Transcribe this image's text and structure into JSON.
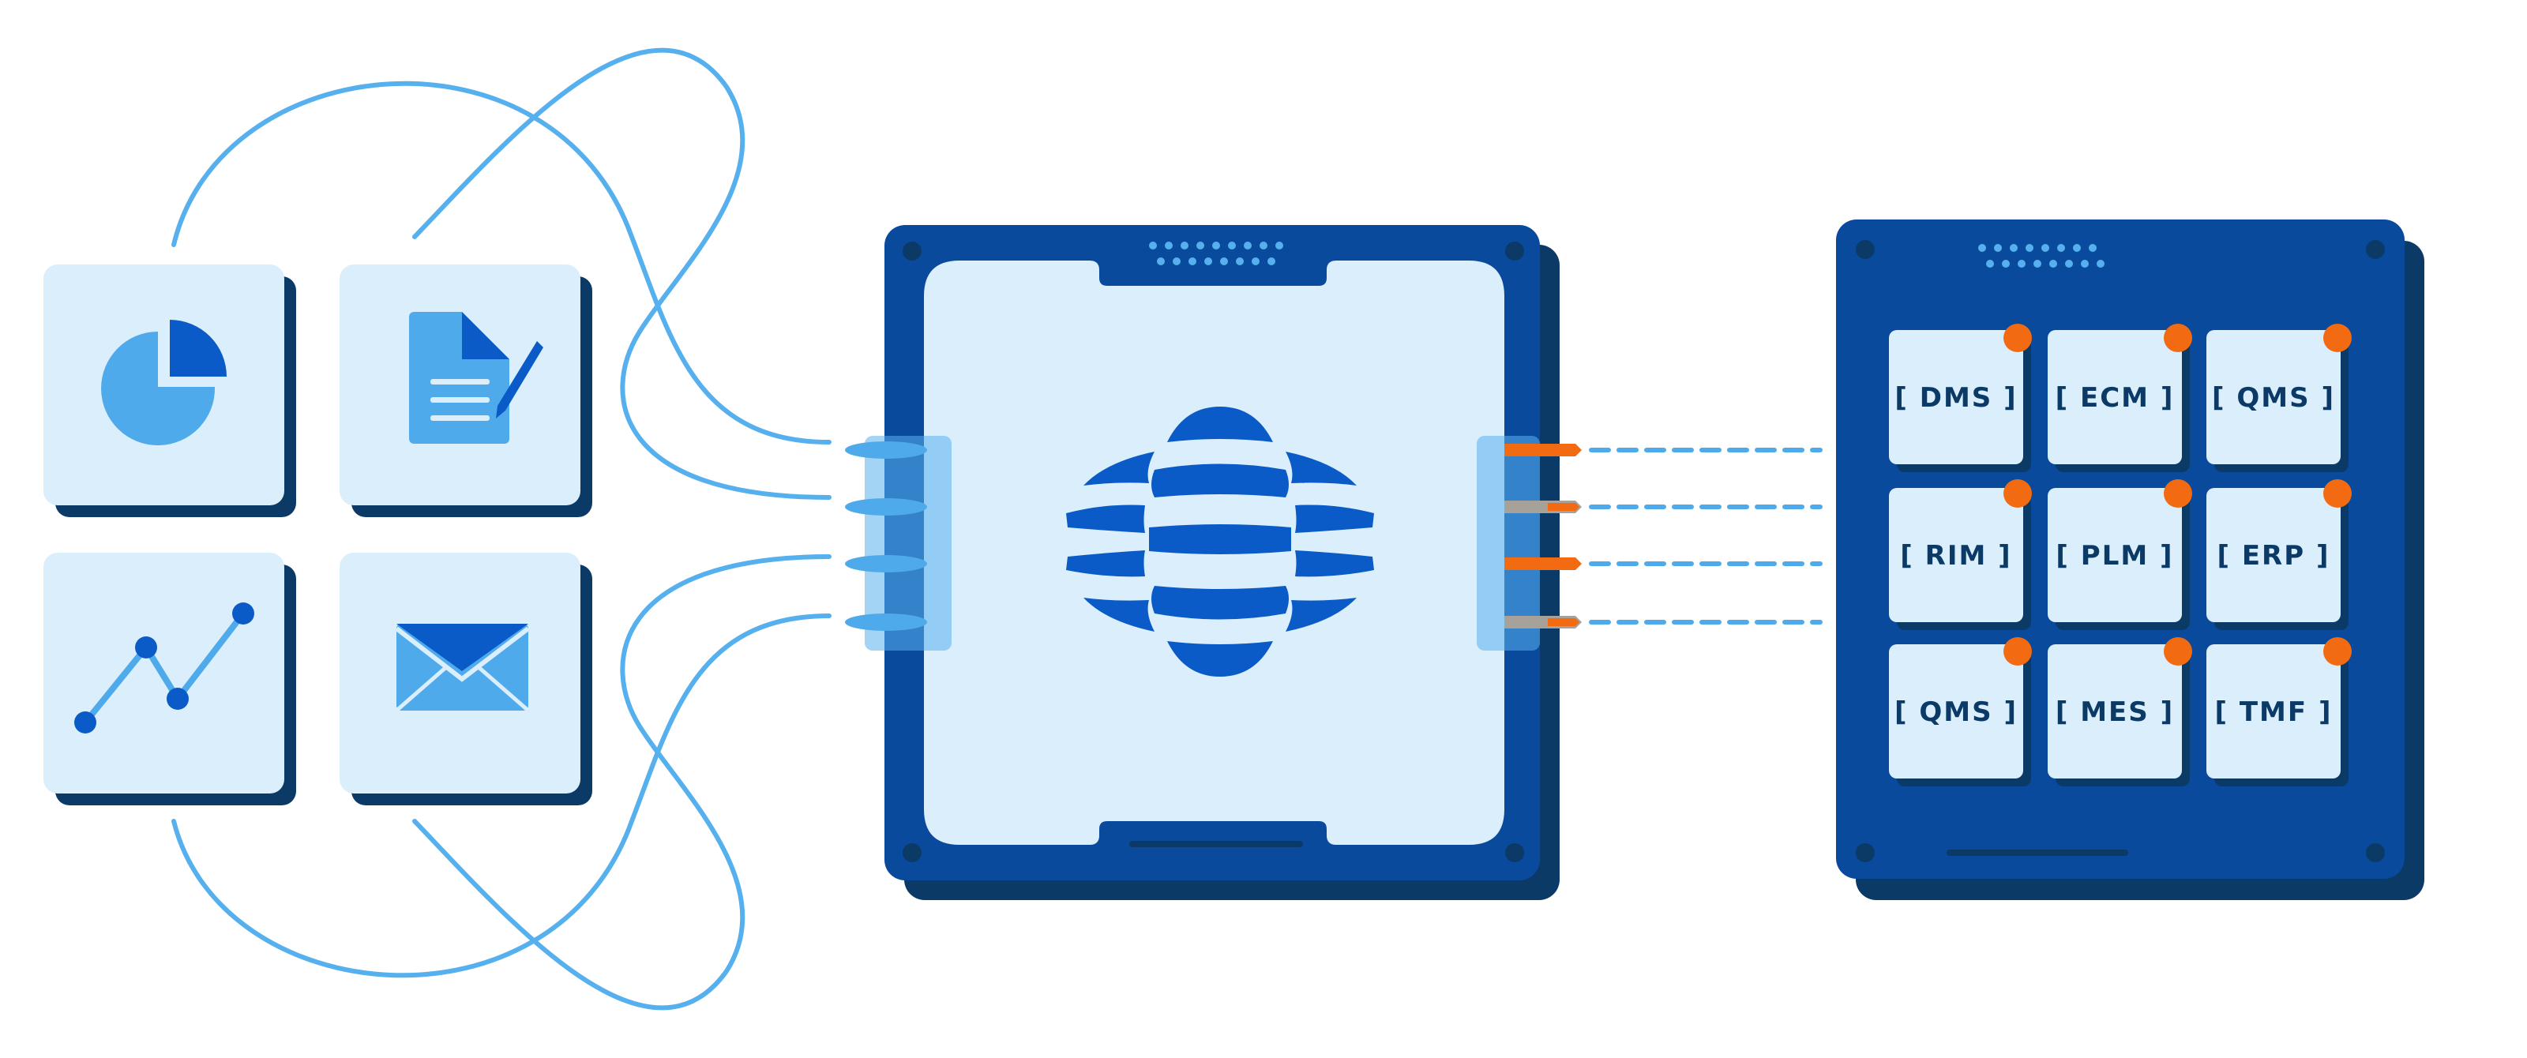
{
  "palette": {
    "dark_navy": "#0b3a66",
    "board_blue": "#0a4a9c",
    "light_tile": "#dbeefb",
    "accent_blue": "#4eaaea",
    "icon_blue": "#0a5bc7",
    "wire_blue": "#57b0ee",
    "orange": "#f26b12",
    "grey_pin": "#a7a299"
  },
  "source_tiles": [
    {
      "icon": "pie-chart-icon"
    },
    {
      "icon": "document-edit-icon"
    },
    {
      "icon": "line-chart-icon"
    },
    {
      "icon": "mail-icon"
    }
  ],
  "hub": {
    "icon": "globe-hub-icon"
  },
  "target_modules": [
    {
      "label": "[ DMS ]"
    },
    {
      "label": "[ ECM ]"
    },
    {
      "label": "[ QMS ]"
    },
    {
      "label": "[ RIM ]"
    },
    {
      "label": "[ PLM ]"
    },
    {
      "label": "[ ERP ]"
    },
    {
      "label": "[ QMS ]"
    },
    {
      "label": "[ MES ]"
    },
    {
      "label": "[ TMF ]"
    }
  ]
}
